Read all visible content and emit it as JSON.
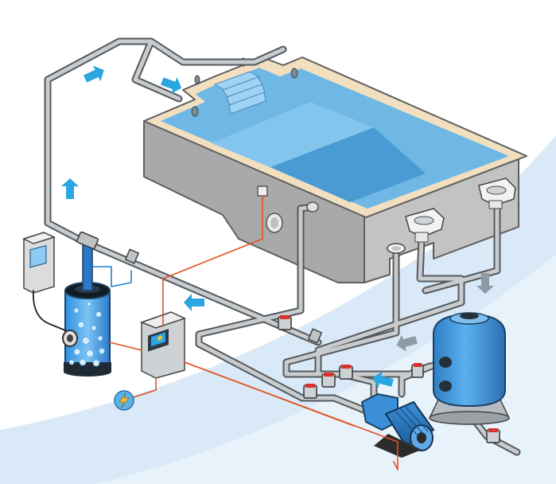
{
  "diagram": {
    "type": "pool-filtration-circulation",
    "components": [
      "pool-basin",
      "pool-steps",
      "skimmer",
      "skimmer",
      "floor-inlet",
      "return-inlet",
      "pool-light",
      "sand-filter",
      "circulation-pump",
      "dosing-reactor",
      "reactor-control-unit",
      "electrical-control-box",
      "power-supply"
    ],
    "flow_arrows": 8,
    "icons": [
      "flow-arrow-icon",
      "lightning-bolt-icon",
      "valve-icon"
    ],
    "colors": {
      "water": "#6fb8e6",
      "water_dark": "#4a9bd3",
      "pool_coping": "#f1dfc0",
      "concrete": "#b7b7b7",
      "pipe": "#b8bcbe",
      "flow_arrow": "#2aa6e0",
      "return_arrow": "#8c9ba5",
      "electric_wire": "#e3521f",
      "signal_wire": "#1e7fd1",
      "valve": "#d9342b",
      "filter_tank": "#3b8fd6",
      "ground_band": "#d9e9f7"
    }
  }
}
